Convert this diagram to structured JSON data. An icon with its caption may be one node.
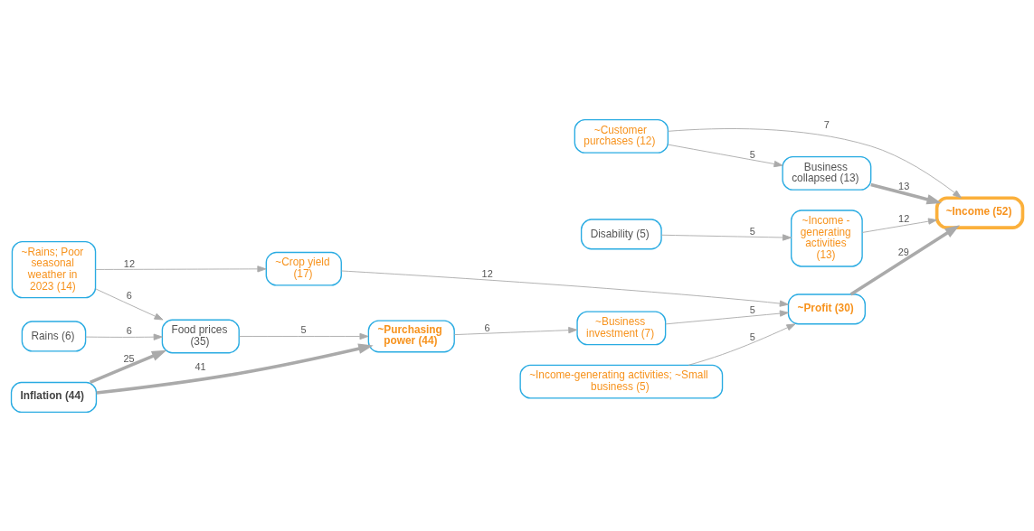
{
  "diagram": {
    "nodes": [
      {
        "text": [
          "Inflation (44)"
        ]
      },
      {
        "text": [
          "Rains (6)"
        ]
      },
      {
        "text": [
          "~Rains; Poor seasonal weather in 2023 (14)"
        ]
      },
      {
        "text": [
          "Food prices (35)"
        ]
      },
      {
        "text": [
          "~Crop yield (17)"
        ]
      },
      {
        "text": [
          "~Purchasing power (44)"
        ]
      },
      {
        "text": [
          "~Customer purchases (12)"
        ]
      },
      {
        "text": [
          "Disability (5)"
        ]
      },
      {
        "text": [
          "~Business investment (7)"
        ]
      },
      {
        "text": [
          "~Income-generating activities; ~Small business (5)"
        ]
      },
      {
        "text": [
          "Business collapsed (13)"
        ]
      },
      {
        "text": [
          "~Income - generating activities (13)"
        ]
      },
      {
        "text": [
          "~Profit (30)"
        ]
      },
      {
        "text": [
          "~Income (52)"
        ]
      }
    ],
    "edges": [
      {
        "from": 0,
        "to": 5,
        "arrow": "to",
        "label": "41",
        "style": "thick"
      },
      {
        "from": 0,
        "to": 3,
        "arrow": "to",
        "label": "25",
        "style": "thick"
      },
      {
        "from": 1,
        "to": 3,
        "arrow": "to",
        "label": "6"
      },
      {
        "from": 2,
        "to": 3,
        "arrow": "to",
        "label": "6"
      },
      {
        "from": 2,
        "to": 4,
        "arrow": "to",
        "label": "12"
      },
      {
        "from": 3,
        "to": 5,
        "arrow": "to",
        "label": "5"
      },
      {
        "from": 5,
        "to": 8,
        "arrow": "to",
        "label": "6"
      },
      {
        "from": 6,
        "to": 10,
        "arrow": "to",
        "label": "5"
      },
      {
        "from": 6,
        "to": 13,
        "arrow": "to",
        "label": "7"
      },
      {
        "from": 10,
        "to": 13,
        "arrow": "to",
        "label": "13",
        "style": "thick"
      },
      {
        "from": 7,
        "to": 11,
        "arrow": "to",
        "label": "5"
      },
      {
        "from": 11,
        "to": 13,
        "arrow": "to",
        "label": "12"
      },
      {
        "from": 8,
        "to": 12,
        "arrow": "to",
        "label": "5"
      },
      {
        "from": 4,
        "to": 12,
        "arrow": "to",
        "label": "12"
      },
      {
        "from": 9,
        "to": 12,
        "arrow": "to",
        "label": "5"
      },
      {
        "from": 12,
        "to": 13,
        "arrow": "to",
        "label": "29",
        "style": "thick"
      }
    ]
  }
}
